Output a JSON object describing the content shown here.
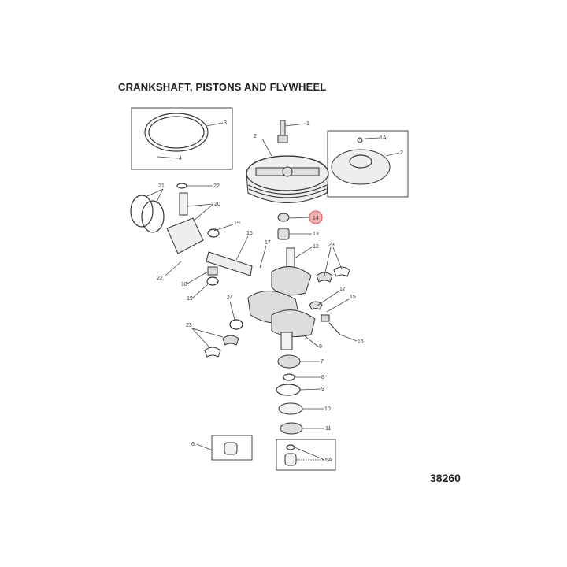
{
  "title": "CRANKSHAFT, PISTONS AND FLYWHEEL",
  "figure_number": "38260",
  "highlight_color": "#e84a4a",
  "callouts": {
    "c1": "1",
    "c2a": "2",
    "c3": "3",
    "c4": "4",
    "c1a": "1A",
    "c2b": "2",
    "c21": "21",
    "c22a": "22",
    "c20": "20",
    "c14": "14",
    "c13": "13",
    "c19a": "19",
    "c15a": "15",
    "c17a": "17",
    "c12": "12",
    "c23a": "23",
    "c22b": "22",
    "c18": "18",
    "c19b": "19",
    "c17b": "17",
    "c15b": "15",
    "c16": "16",
    "c24": "24",
    "c23b": "23",
    "c9a": "9",
    "c7": "7",
    "c8": "8",
    "c9b": "9",
    "c10": "10",
    "c11": "11",
    "c6": "6",
    "c6a": "6A"
  }
}
